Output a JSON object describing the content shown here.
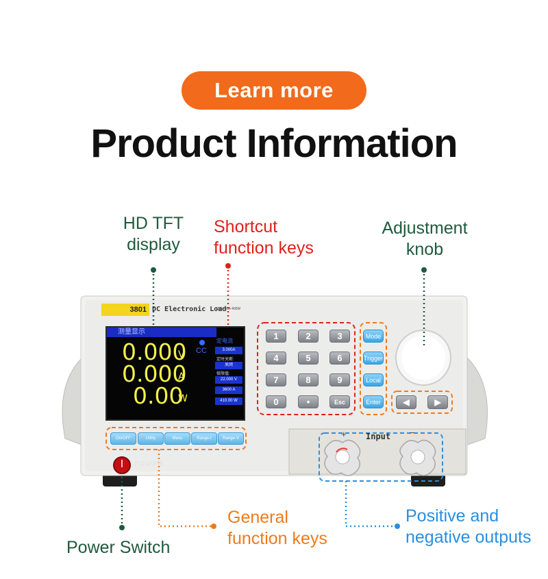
{
  "header": {
    "button_label": "Learn more",
    "title": "Product Information"
  },
  "callouts": {
    "display": [
      "HD TFT",
      "display"
    ],
    "shortcut": [
      "Shortcut",
      "function keys"
    ],
    "knob": [
      "Adjustment",
      "knob"
    ],
    "power": "Power Switch",
    "general": [
      "General",
      "function keys"
    ],
    "outputs": [
      "Positive and",
      "negative outputs"
    ]
  },
  "device": {
    "model": "3801",
    "name": "DC Electronic Load",
    "spec": "150V 30A 400W",
    "power_label": "POWER",
    "input_label": "Input",
    "plus": "+",
    "minus": "−",
    "screen": {
      "header": "测量显示",
      "cc": "CC",
      "voltage": "0.000",
      "voltage_unit": "V",
      "current": "0.000",
      "current_unit": "A",
      "power": "0.00",
      "power_unit": "W",
      "right": {
        "header": "定电流",
        "set_current": "3.000A",
        "timer_label": "定时关断:",
        "timer_value": "关闭",
        "limit_label": "极限值:",
        "limit_v": "22.000 V",
        "limit_s": "3600   A",
        "limit_w": "410.00 W"
      }
    },
    "numpad": [
      "1",
      "2",
      "3",
      "4",
      "5",
      "6",
      "7",
      "8",
      "9",
      "0",
      "•",
      "Esc"
    ],
    "side_keys": [
      "Mode",
      "Trigger",
      "Local",
      "Enter"
    ],
    "arrow_keys": [
      "◀",
      "▶"
    ],
    "soft_keys": [
      "On/OFF",
      "Utility",
      "Menu",
      "Range-I",
      "Range-V"
    ]
  },
  "colors": {
    "accent": "#f26a1b",
    "green": "#1f5a3c",
    "red": "#e0201a",
    "orange": "#f07a1a",
    "blue": "#2a8fe0"
  }
}
